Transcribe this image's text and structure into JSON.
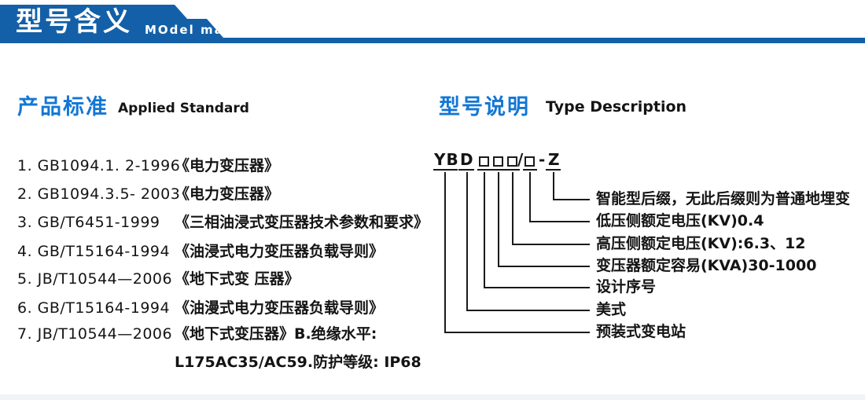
{
  "header": {
    "title": "型号含义",
    "subtitle": "MOdel maning"
  },
  "standards": {
    "title_zh": "产品标准",
    "title_en": "Applied Standard",
    "items": [
      {
        "code": "1. GB1094.1. 2-1996",
        "name": "《电力变压器》"
      },
      {
        "code": "2. GB1094.3.5- 2003",
        "name": "《电力变压器》"
      },
      {
        "code": "3. GB/T6451-1999",
        "name": "《三相油浸式变压器技术参数和要求》"
      },
      {
        "code": "4. GB/T15164-1994",
        "name": "《油浸式电力变压器负载导则》"
      },
      {
        "code": "5. JB/T10544—2006",
        "name": "《地下式变 压器》"
      },
      {
        "code": "6. GB/T15164-1994",
        "name": "《油漫式电力变压器负载导则》"
      },
      {
        "code": "7. JB/T10544—2006",
        "name": "《地下式变压器》B.绝缘水平:"
      }
    ],
    "continuation": "L175AC35/AC59.防护等级: IP68"
  },
  "type_desc": {
    "title_zh": "型号说明",
    "title_en": "Type Description",
    "code_parts": {
      "prefix": "YB",
      "style": "D",
      "slash": "/",
      "dash": "-",
      "suffix": "Z"
    },
    "labels": [
      "智能型后缀，无此后缀则为普通地埋变",
      "低压侧额定电压(KV)0.4",
      "高压侧额定电压(KV):6.3、12",
      "变压器额定容易(KVA)30-1000",
      "设计序号",
      "美式",
      "预装式变电站"
    ]
  },
  "colors": {
    "banner_blue": "#1360a8",
    "heading_blue": "#1377d4",
    "text_black": "#141414",
    "line_black": "#1a1a1a"
  }
}
